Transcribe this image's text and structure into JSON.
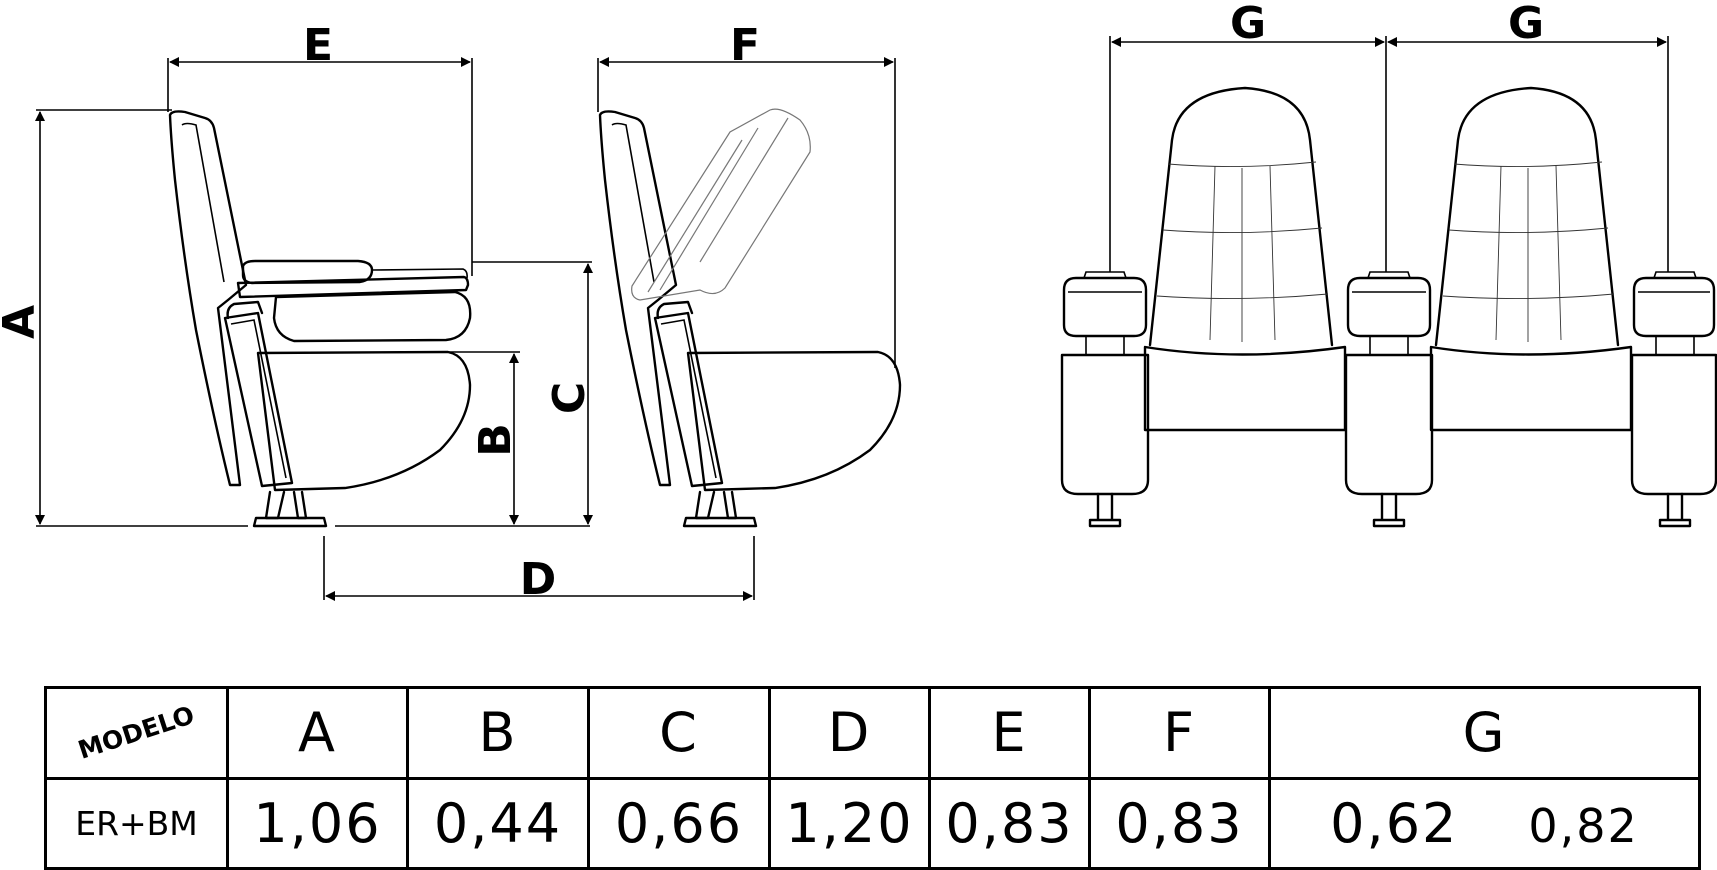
{
  "dimension_labels": {
    "A": "A",
    "B": "B",
    "C": "C",
    "D": "D",
    "E": "E",
    "F": "F",
    "G": "G"
  },
  "table": {
    "model_header": "MODELO",
    "headers": [
      "A",
      "B",
      "C",
      "D",
      "E",
      "F",
      "G"
    ],
    "row": {
      "model": "ER+BM",
      "A": "1,06",
      "B": "0,44",
      "C": "0,66",
      "D": "1,20",
      "E": "0,83",
      "F": "0,83",
      "G": [
        "0,62",
        "0,82"
      ]
    }
  }
}
